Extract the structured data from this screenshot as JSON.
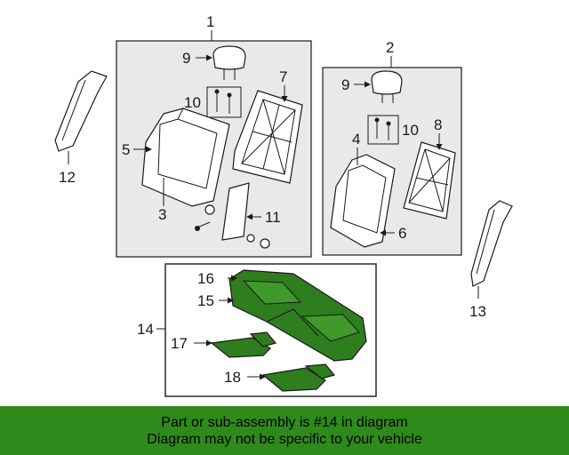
{
  "labels": {
    "l1": "1",
    "l2": "2",
    "l3": "3",
    "l4": "4",
    "l5": "5",
    "l6": "6",
    "l7": "7",
    "l8": "8",
    "l9a": "9",
    "l9b": "9",
    "l10a": "10",
    "l10b": "10",
    "l11": "11",
    "l12": "12",
    "l13": "13",
    "l14": "14",
    "l15": "15",
    "l16": "16",
    "l17": "17",
    "l18": "18"
  },
  "banner": {
    "line1": "Part or sub-assembly is #14 in diagram",
    "line2": "Diagram may not be specific to your vehicle"
  },
  "colors": {
    "highlight": "#2e7d1e",
    "banner_bg": "#2f8a1c",
    "group_bg": "#e9e9e9"
  }
}
